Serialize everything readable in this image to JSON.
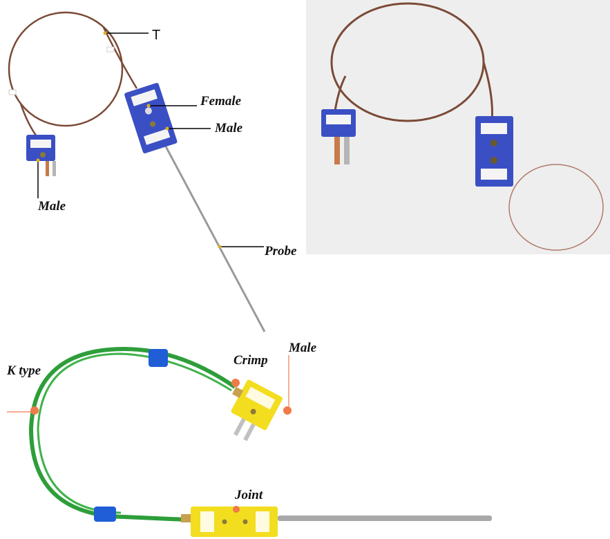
{
  "labels": {
    "t": "T",
    "female": "Female",
    "male_inline": "Male",
    "male_small": "Male",
    "probe": "Probe",
    "k_type": "K type",
    "crimp": "Crimp",
    "male_yellow": "Male",
    "joint": "Joint"
  },
  "colors": {
    "brown_wire": "#7a4a36",
    "blue_connector": "#3b4fc4",
    "green_cable": "#2e9e3a",
    "yellow_connector": "#f3dd1f",
    "leader_dot": "#f07a4a",
    "probe_steel": "#9a9a9a"
  }
}
